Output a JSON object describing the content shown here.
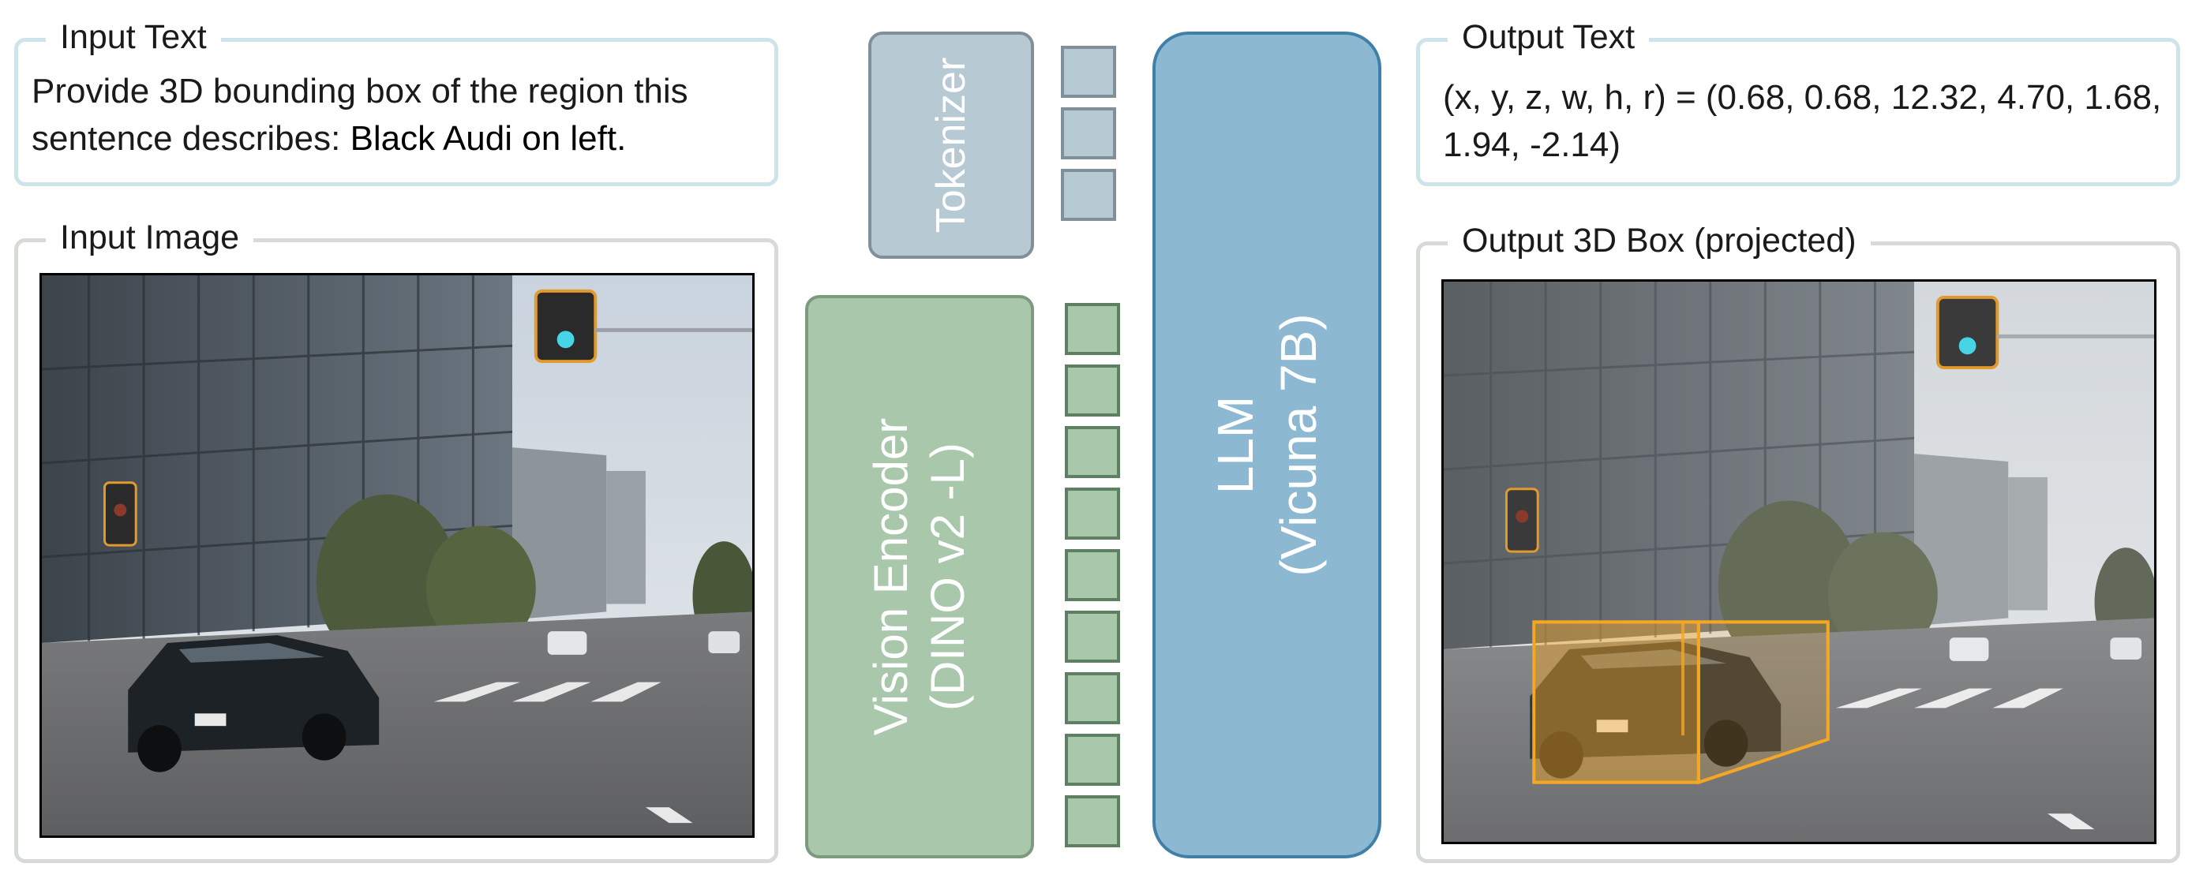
{
  "input_text": {
    "title": "Input Text",
    "prefix": "Provide 3D bounding box of the region this sentence describes: ",
    "query": "Black Audi on left."
  },
  "input_image": {
    "title": "Input Image"
  },
  "tokenizer": {
    "label": "Tokenizer",
    "token_count": 3
  },
  "vision_encoder": {
    "line1": "Vision Encoder",
    "line2": "(DINO v2 -L)",
    "token_count": 9
  },
  "llm": {
    "line1": "LLM",
    "line2": "(Vicuna 7B)"
  },
  "output_text": {
    "title": "Output Text",
    "value": "(x, y, z, w, h, r) = (0.68, 0.68, 12.32, 4.70, 1.68, 1.94, -2.14)"
  },
  "output_box": {
    "title": "Output 3D Box (projected)",
    "box_color": "#f5a623"
  },
  "colors": {
    "text_panel_border": "#cfe3ea",
    "image_panel_border": "#d6dbd6",
    "tokenizer_fill": "#b7c9d3",
    "vision_fill": "#a9c7aa",
    "llm_fill": "#8cb8d2"
  }
}
